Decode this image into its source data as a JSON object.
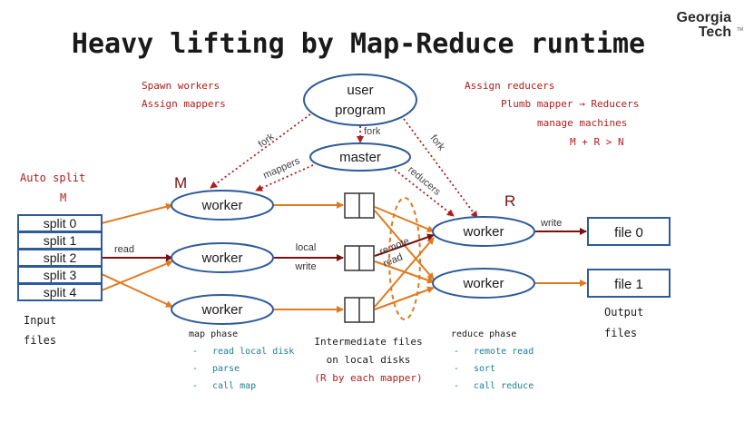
{
  "slide": {
    "title": "Heavy lifting by Map-Reduce runtime",
    "logo": {
      "line1": "Georgia",
      "line2": "Tech",
      "mark": "TM"
    }
  },
  "colors": {
    "blue": "#2e5b9a",
    "orange": "#e07a1f",
    "red_note": "#b31b1b",
    "dark_text": "#1a1a1a",
    "teal_note": "#1c7f8c",
    "maroon": "#7a1010"
  },
  "diagram": {
    "user_program": {
      "line1": "user",
      "line2": "program"
    },
    "master": "master",
    "worker_label": "worker",
    "splits": [
      "split 0",
      "split 1",
      "split 2",
      "split 3",
      "split 4"
    ],
    "outputs": [
      "file 0",
      "file 1"
    ],
    "M_label": "M",
    "R_label": "R",
    "edge_labels": {
      "fork_left": "fork",
      "fork_center": "fork",
      "fork_right": "fork",
      "mappers": "mappers",
      "reducers": "reducers",
      "read": "read",
      "local": "local",
      "write_local": "write",
      "remote": "remote",
      "read_remote": "read",
      "write_out": "write"
    }
  },
  "notes": {
    "spawn": [
      "Spawn workers",
      "Assign mappers"
    ],
    "assign_reducers": [
      "Assign reducers",
      "Plumb mapper → Reducers",
      "manage machines",
      "M + R > N"
    ],
    "auto_split": [
      "Auto split",
      "M"
    ],
    "input_files": [
      "Input",
      "files"
    ],
    "output_files": [
      "Output",
      "files"
    ],
    "map_phase": {
      "title": "map phase",
      "items": [
        "read local disk",
        "parse",
        "call map"
      ]
    },
    "intermediate": [
      "Intermediate files",
      "on local disks",
      "(R by each mapper)"
    ],
    "reduce_phase": {
      "title": "reduce phase",
      "items": [
        "remote read",
        "sort",
        "call reduce"
      ]
    }
  }
}
